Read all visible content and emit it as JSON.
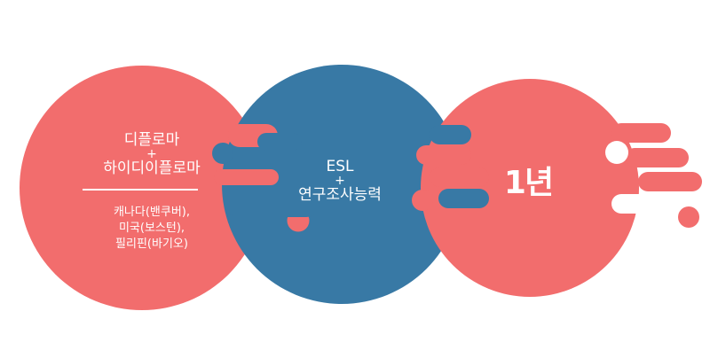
{
  "colors": {
    "coral": "#F26D6D",
    "blue": "#3879A5",
    "text": "#FFFFFF"
  },
  "circle1": {
    "title_line1": "디플로마",
    "plus": "+",
    "title_line2": "하이디이플로마",
    "subtitle_lines": [
      "캐나다(밴쿠버),",
      "미국(보스턴),",
      "필리핀(바기오)"
    ]
  },
  "circle2": {
    "line1": "ESL",
    "plus": "+",
    "line2": "연구조사능력"
  },
  "circle3": {
    "label": "1년"
  }
}
